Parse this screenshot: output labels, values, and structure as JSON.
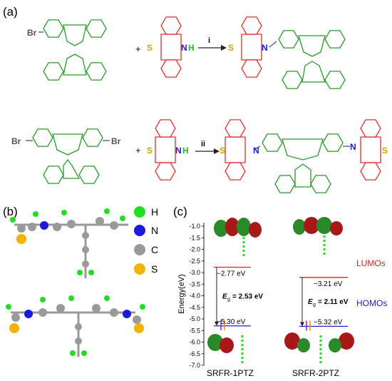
{
  "panel_a": {
    "label": "(a)",
    "reaction1": {
      "reactant1_atom": "Br",
      "plus": "+",
      "reactant2_atoms": {
        "s": "S",
        "n": "N",
        "h": "H"
      },
      "arrow_label": "i",
      "product_atoms": {
        "s": "S",
        "n": "N"
      }
    },
    "reaction2": {
      "reactant1_atoms": {
        "br_left": "Br",
        "br_right": "Br"
      },
      "plus": "+",
      "reactant2_atoms": {
        "s": "S",
        "n": "N",
        "h": "H"
      },
      "arrow_label": "ii",
      "product_atoms": {
        "s_left": "S",
        "n_left": "N",
        "n_right": "N",
        "s_right": "S"
      }
    }
  },
  "panel_b": {
    "label": "(b)",
    "legend": [
      {
        "symbol": "H",
        "color": "#22dd22"
      },
      {
        "symbol": "N",
        "color": "#1a1ad8"
      },
      {
        "symbol": "C",
        "color": "#9a9a9a"
      },
      {
        "symbol": "S",
        "color": "#f0b400"
      }
    ]
  },
  "panel_c": {
    "label": "(c)",
    "ylabel": "Energy(eV)",
    "yticks": [
      "-1.0",
      "-1.5",
      "-2.0",
      "-2.5",
      "-3.0",
      "-3.5",
      "-4.0",
      "-4.5",
      "-5.0",
      "-5.5",
      "-6.0",
      "-6.5",
      "-7.0"
    ],
    "molecules": [
      {
        "name": "SRFR-1PTZ",
        "lumo": "−2.77 eV",
        "homo": "−5.30 eV",
        "gap_symbol": "E",
        "gap_sub": "g",
        "gap_value": "= 2.53 eV"
      },
      {
        "name": "SRFR-2PTZ",
        "lumo": "−3.21 eV",
        "homo": "−5.32 eV",
        "gap_symbol": "E",
        "gap_sub": "g",
        "gap_value": "= 2.11 eV"
      }
    ],
    "lumo_legend": "LUMOs",
    "homo_legend": "HOMOs",
    "colors": {
      "lumo": "#e02020",
      "homo": "#2020d0",
      "green": "#2a9a2a",
      "red": "#e03030"
    }
  }
}
